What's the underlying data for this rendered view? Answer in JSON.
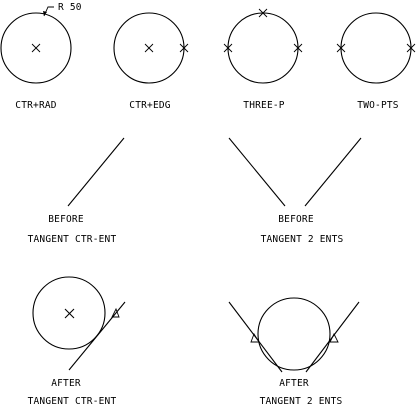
{
  "colors": {
    "ink": "#000000",
    "background": "#ffffff"
  },
  "panels": {
    "ctr_rad": {
      "label": "CTR+RAD",
      "dimension": "R  50"
    },
    "ctr_edg": {
      "label": "CTR+EDG"
    },
    "three_p": {
      "label": "THREE-P"
    },
    "two_pts": {
      "label": "TWO-PTS"
    },
    "before_ctr_ent": {
      "line1": "BEFORE",
      "line2": "TANGENT CTR-ENT"
    },
    "before_2_ents": {
      "line1": "BEFORE",
      "line2": "TANGENT 2 ENTS"
    },
    "after_ctr_ent": {
      "line1": "AFTER",
      "line2": "TANGENT CTR-ENT"
    },
    "after_2_ents": {
      "line1": "AFTER",
      "line2": "TANGENT 2 ENTS"
    }
  },
  "icons": {
    "center_mark": "x-mark-icon",
    "point_mark": "x-mark-icon",
    "tangent_mark": "triangle-icon"
  }
}
